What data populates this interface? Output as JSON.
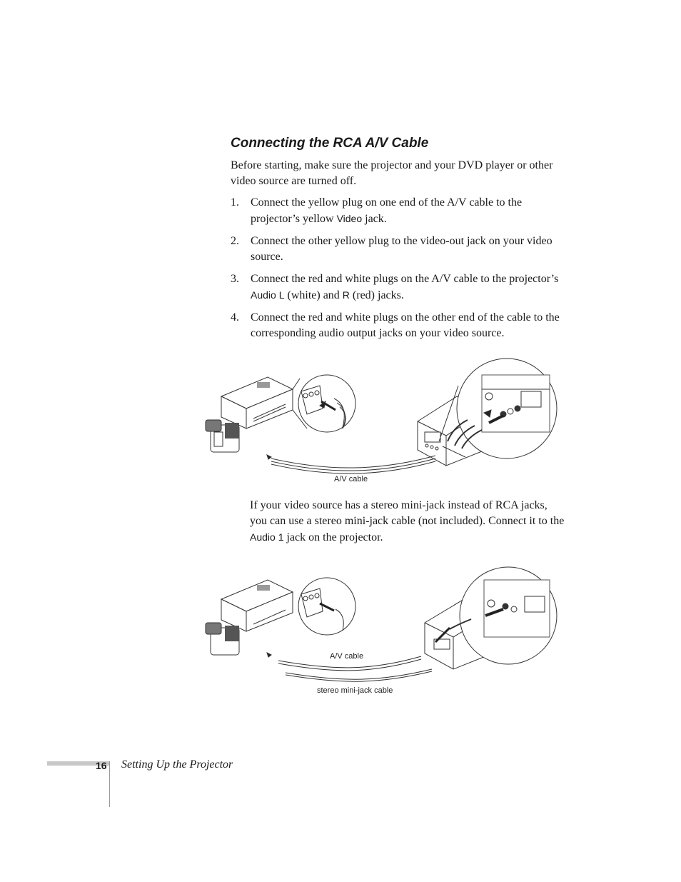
{
  "heading": "Connecting the RCA A/V Cable",
  "intro": "Before starting, make sure the projector and your DVD player or other video source are turned off.",
  "steps": [
    {
      "num": "1.",
      "parts": [
        "Connect the yellow plug on one end of the A/V cable to the projector’s yellow ",
        "Video",
        " jack."
      ]
    },
    {
      "num": "2.",
      "text": "Connect the other yellow plug to the video-out jack on your video source."
    },
    {
      "num": "3.",
      "parts": [
        "Connect the red and white plugs on the A/V cable to the projector’s ",
        "Audio L",
        " (white) and ",
        "R",
        " (red) jacks."
      ]
    },
    {
      "num": "4.",
      "text": "Connect the red and white plugs on the other end of the cable to the corresponding audio output jacks on your video source."
    }
  ],
  "figure1": {
    "cable_label": "A/V cable"
  },
  "stereo_note": {
    "parts": [
      "If your video source has a stereo mini-jack instead of RCA jacks, you can use a stereo mini-jack cable (not included). Connect it to the ",
      "Audio 1",
      " jack on the projector."
    ]
  },
  "figure2": {
    "cable_label": "A/V cable",
    "stereo_label": "stereo mini-jack cable"
  },
  "footer": {
    "page_number": "16",
    "section_title": "Setting Up the Projector"
  }
}
